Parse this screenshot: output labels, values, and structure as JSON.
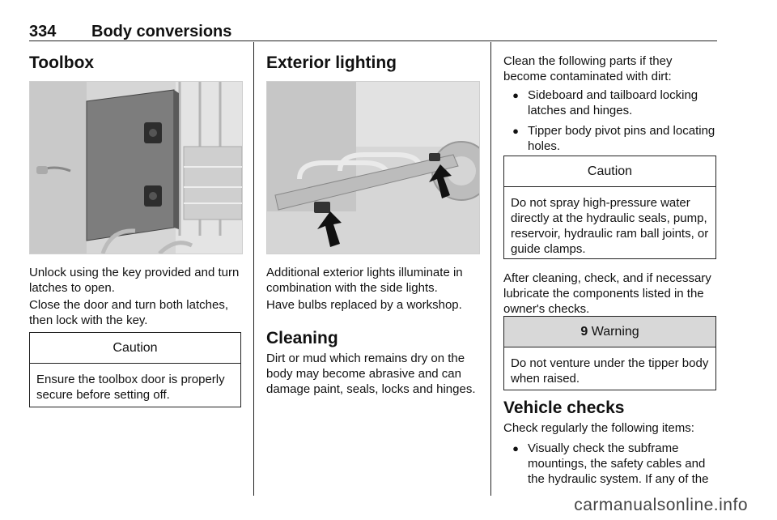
{
  "header": {
    "page_number": "334",
    "chapter": "Body conversions"
  },
  "col1": {
    "title": "Toolbox",
    "para1": "Unlock using the key provided and turn latches to open.",
    "para2": "Close the door and turn both latches, then lock with the key.",
    "caution_title": "Caution",
    "caution_text": "Ensure the toolbox door is properly secure before setting off."
  },
  "col2": {
    "title": "Exterior lighting",
    "para1": "Additional exterior lights illuminate in combination with the side lights.",
    "para2": "Have bulbs replaced by a workshop.",
    "cleaning_title": "Cleaning",
    "cleaning_text": "Dirt or mud which remains dry on the body may become abrasive and can damage paint, seals, locks and hinges."
  },
  "col3": {
    "intro": "Clean the following parts if they become contaminated with dirt:",
    "bullets": [
      "Sideboard and tailboard locking latches and hinges.",
      "Tipper body pivot pins and locating holes."
    ],
    "caution_title": "Caution",
    "caution_text": "Do not spray high-pressure water directly at the hydraulic seals, pump, reservoir, hydraulic ram ball joints, or guide clamps.",
    "after_clean": "After cleaning, check, and if necessary lubricate the components listed in the owner's checks.",
    "warning_symbol": "9",
    "warning_title": "Warning",
    "warning_text": "Do not venture under the tipper body when raised.",
    "vehicle_checks_title": "Vehicle checks",
    "vehicle_checks_intro": "Check regularly the following items:",
    "vc_bullets": [
      "Visually check the subframe mountings, the safety cables and the hydraulic system. If any of the"
    ]
  },
  "watermark": "carmanualsonline.info"
}
